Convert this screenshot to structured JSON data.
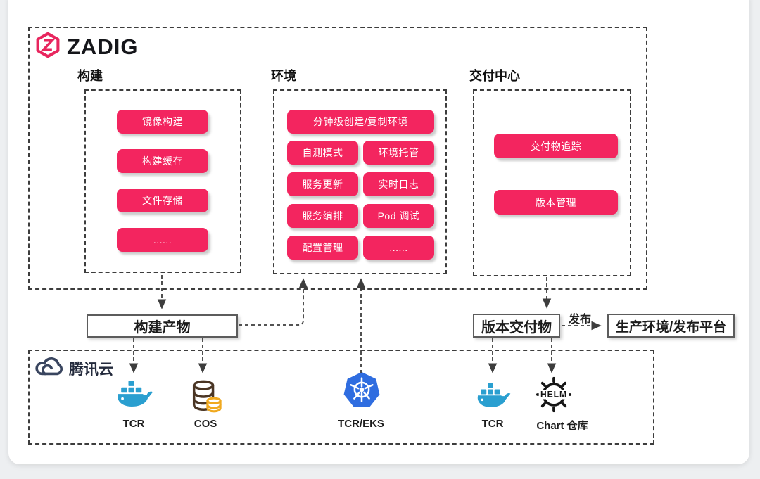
{
  "brand": {
    "name": "ZADIG"
  },
  "sections": {
    "build": {
      "title": "构建",
      "buttons": [
        "镜像构建",
        "构建缓存",
        "文件存储",
        "......"
      ]
    },
    "environment": {
      "title": "环境",
      "wide_button": "分钟级创建/复制环境",
      "buttons": [
        "自测模式",
        "环境托管",
        "服务更新",
        "实时日志",
        "服务编排",
        "Pod 调试",
        "配置管理",
        "......"
      ]
    },
    "delivery": {
      "title": "交付中心",
      "buttons": [
        "交付物追踪",
        "版本管理"
      ]
    }
  },
  "artifacts": {
    "build_output": "构建产物",
    "release_output": "版本交付物",
    "release_label": "发布",
    "production": "生产环境/发布平台"
  },
  "cloud": {
    "title": "腾讯云",
    "services": [
      {
        "icon": "docker-icon",
        "label": "TCR"
      },
      {
        "icon": "cos-icon",
        "label": "COS"
      },
      {
        "icon": "kubernetes-icon",
        "label": "TCR/EKS"
      },
      {
        "icon": "docker-icon",
        "label": "TCR"
      },
      {
        "icon": "helm-icon",
        "label": "Chart 仓库"
      }
    ]
  },
  "colors": {
    "accent_pink": "#F3255F",
    "docker_blue": "#2A9FD0",
    "kubernetes_blue": "#2F6DE0",
    "cos_brown": "#4A3524",
    "cos_gold": "#F0A91F",
    "tencent_navy": "#39455F",
    "helm_black": "#151515",
    "line_gray": "#3d3d3d"
  }
}
